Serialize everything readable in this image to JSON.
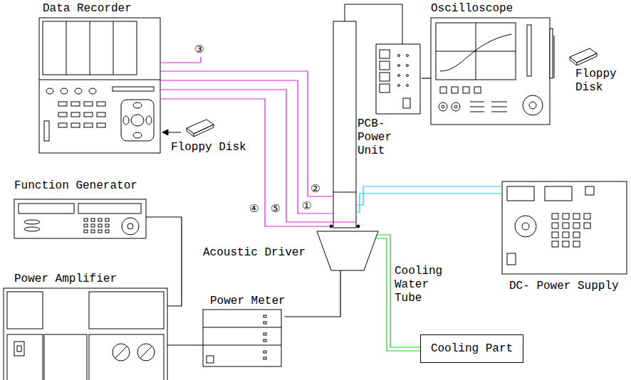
{
  "diagram": {
    "nodes": [
      {
        "text": [
          "Data Recorder"
        ]
      },
      {
        "text": [
          "Oscilloscope"
        ]
      },
      {
        "text": [
          "PCB- Power Unit"
        ]
      },
      {
        "text": [
          "Function Generator"
        ]
      },
      {
        "text": [
          "Power Amplifier"
        ]
      },
      {
        "text": [
          "Acoustic Driver"
        ]
      },
      {
        "text": [
          "Power Meter"
        ]
      },
      {
        "text": [
          "DC- Power Supply"
        ]
      },
      {
        "text": [
          "Cooling Part"
        ]
      }
    ],
    "edges": [
      {
        "from": 2,
        "to": 1,
        "arrow": "none"
      },
      {
        "from": 3,
        "to": 4,
        "arrow": "none"
      },
      {
        "from": 4,
        "to": 6,
        "arrow": "none"
      },
      {
        "from": 6,
        "to": 5,
        "arrow": "none"
      },
      {
        "from": 5,
        "to": 8,
        "arrow": "none"
      }
    ],
    "labels": [
      "③",
      "②",
      "①",
      "④",
      "⑤",
      "Floppy Disk",
      "Floppy Disk",
      "Cooling Water Tube"
    ]
  }
}
